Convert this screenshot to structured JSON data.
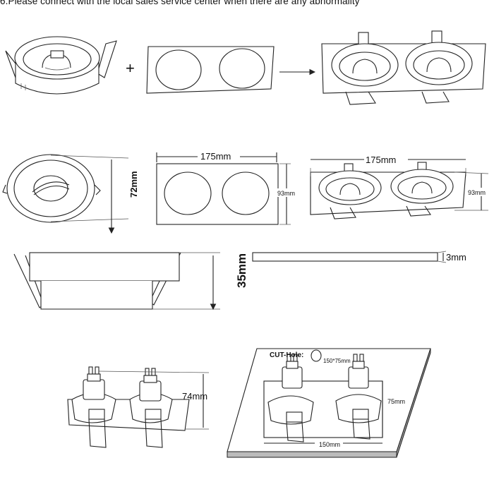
{
  "header": {
    "text": "6.Please connect with the local sales service center when there are any abnormality"
  },
  "dimensions": {
    "ring_diameter": "72mm",
    "plate_width_top": "175mm",
    "plate_height": "93mm",
    "assembled_width": "175mm",
    "assembled_height": "93mm",
    "ring_depth": "35mm",
    "plate_thickness": "3mm",
    "lamp_height": "74mm",
    "cut_hole_title": "CUT-Hole:",
    "cut_hole_size": "150*75mm",
    "cut_height": "75mm",
    "cut_width": "150mm"
  },
  "symbols": {
    "plus": "+",
    "arrow": "→"
  }
}
